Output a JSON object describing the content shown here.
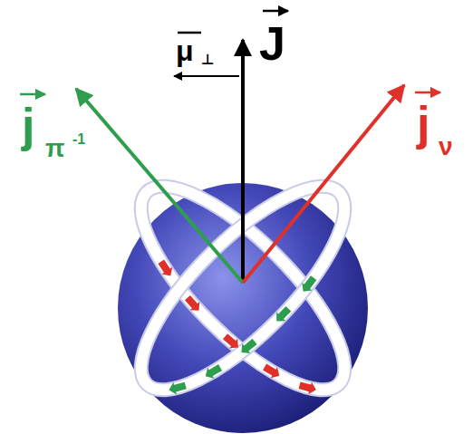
{
  "diagram": {
    "labels": [
      "J",
      "μ",
      "⊥",
      "j",
      "π",
      "-1",
      "j",
      "ν"
    ]
  }
}
